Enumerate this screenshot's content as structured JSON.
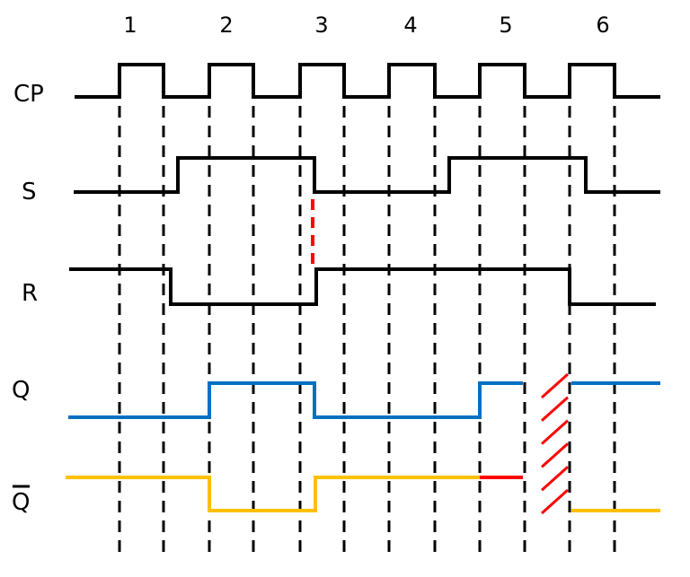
{
  "clock_pulses": [
    "1",
    "2",
    "3",
    "4",
    "5",
    "6"
  ],
  "signals": {
    "cp": "CP",
    "s": "S",
    "r": "R",
    "q": "Q",
    "q_bar": "Q"
  },
  "colors": {
    "clock": "#000000",
    "q": "#0070C0",
    "q_bar": "#FFC000",
    "highlight": "#FF0000",
    "gridline": "#000000"
  }
}
